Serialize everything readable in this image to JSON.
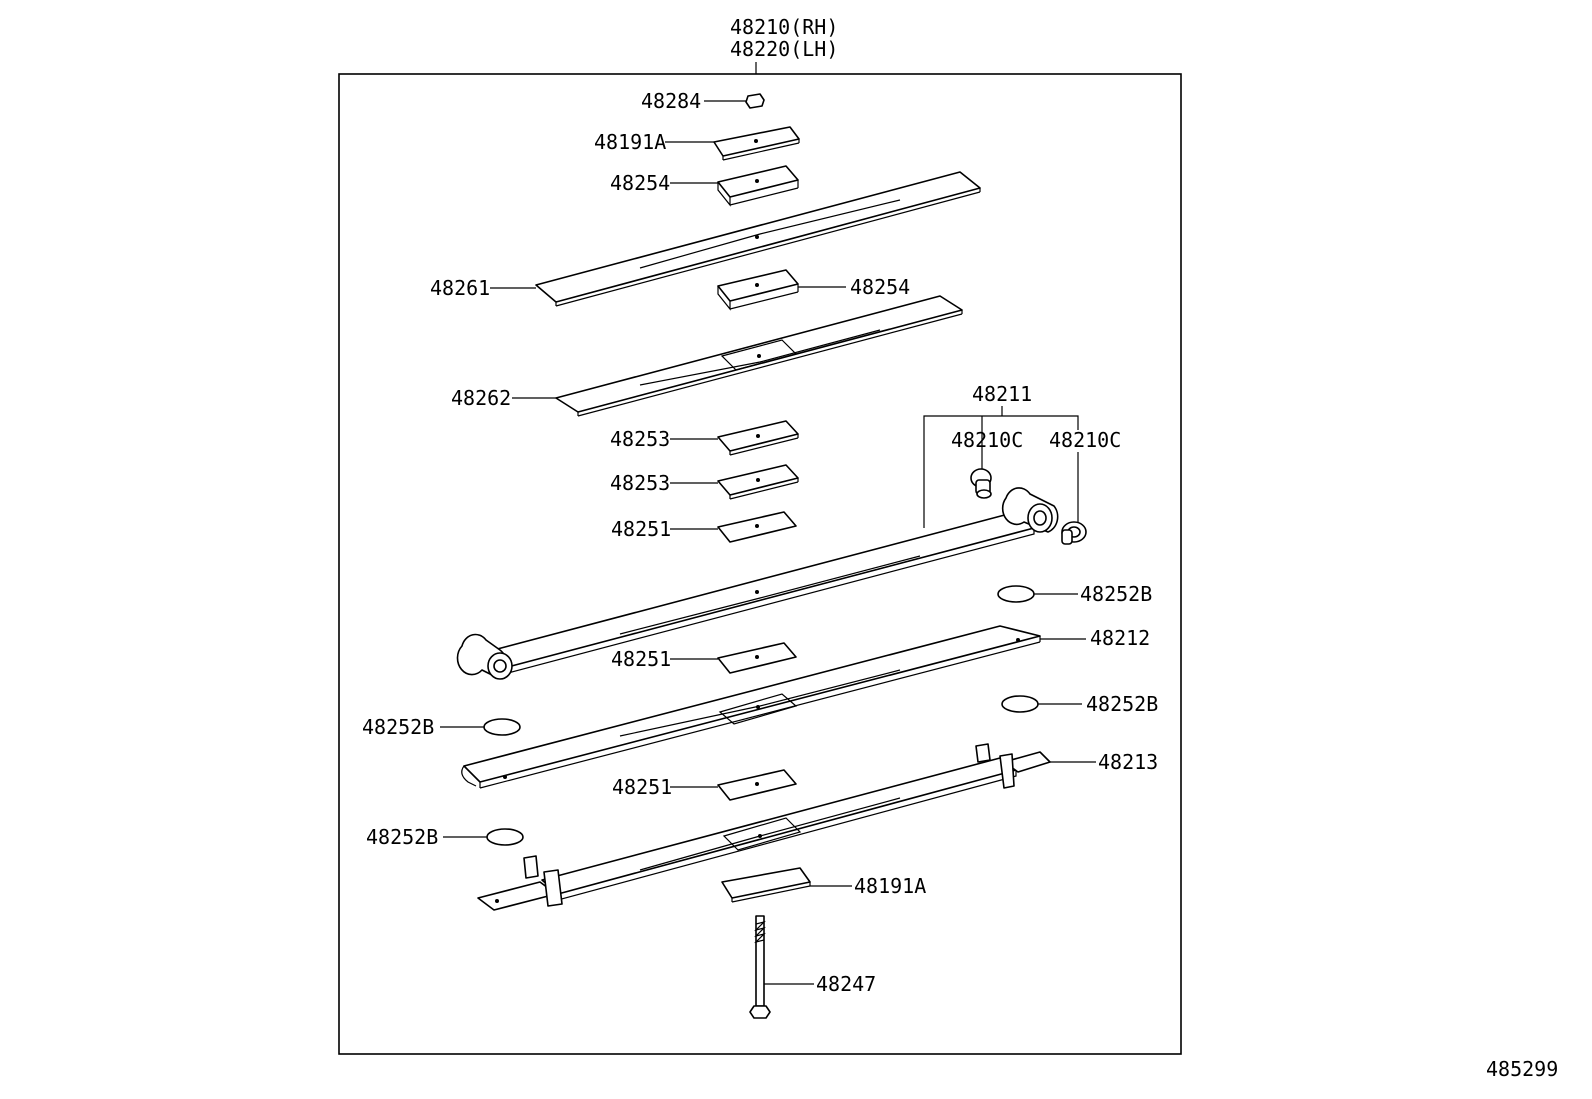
{
  "header": {
    "line1": "48210(RH)",
    "line2": "48220(LH)"
  },
  "image_code": "485299",
  "callouts": {
    "c48284": "48284",
    "c48191A_top": "48191A",
    "c48254_top": "48254",
    "c48261": "48261",
    "c48254_mid": "48254",
    "c48262": "48262",
    "c48211": "48211",
    "c48210C_left": "48210C",
    "c48210C_right": "48210C",
    "c48253_a": "48253",
    "c48253_b": "48253",
    "c48251_a": "48251",
    "c48252B_a": "48252B",
    "c48212": "48212",
    "c48251_b": "48251",
    "c48252B_b": "48252B",
    "c48252B_c": "48252B",
    "c48213": "48213",
    "c48251_c": "48251",
    "c48252B_d": "48252B",
    "c48191A_bottom": "48191A",
    "c48247": "48247"
  }
}
